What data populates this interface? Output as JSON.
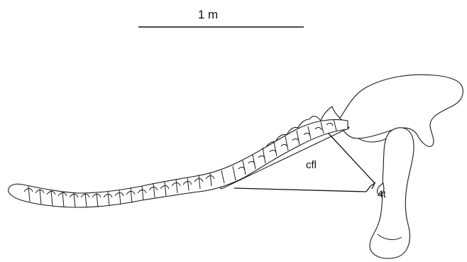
{
  "scale_bar": {
    "label": "1 m"
  },
  "labels": {
    "muscle": "cfl",
    "trochanter": "4t"
  }
}
